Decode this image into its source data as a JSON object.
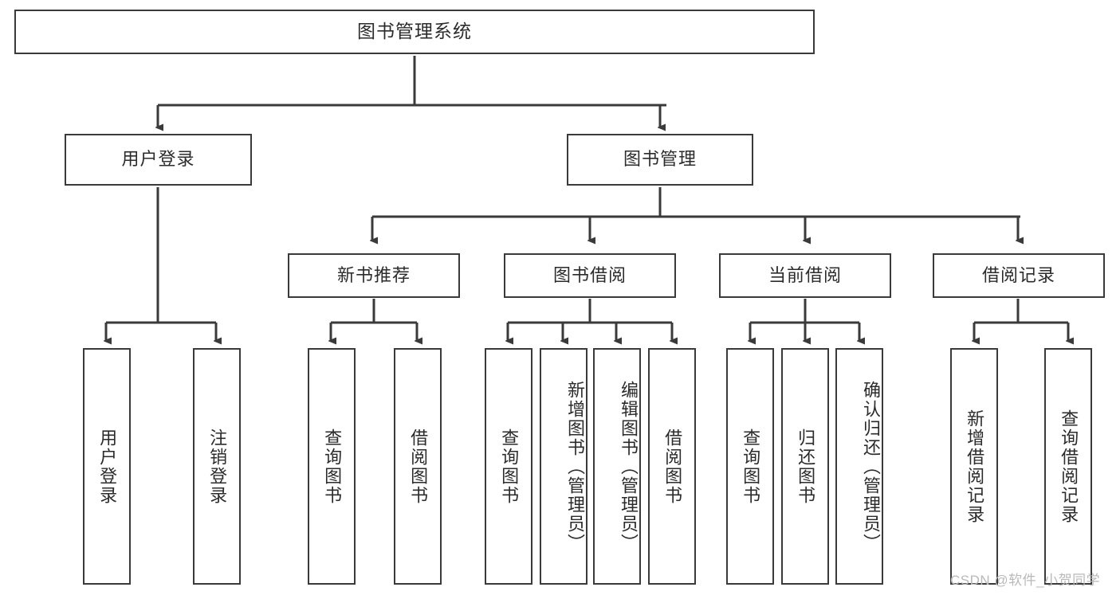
{
  "diagram": {
    "title": "图书管理系统",
    "type": "tree-hierarchy-chart",
    "colors": {
      "stroke": "#3a3a3a",
      "fill": "#ffffff",
      "text": "#2b2b2b",
      "watermark": "#b9b9b9"
    },
    "watermark": "CSDN @软件_小贺同学",
    "nodes": {
      "root": {
        "label": "图书管理系统"
      },
      "level2": [
        {
          "label": "用户登录"
        },
        {
          "label": "图书管理"
        }
      ],
      "level3": [
        {
          "label": "新书推荐"
        },
        {
          "label": "图书借阅"
        },
        {
          "label": "当前借阅"
        },
        {
          "label": "借阅记录"
        }
      ],
      "leaves": {
        "user_login": [
          {
            "label": "用户登录"
          },
          {
            "label": "注销登录"
          }
        ],
        "new_book_recommend": [
          {
            "label": "查询图书"
          },
          {
            "label": "借阅图书"
          }
        ],
        "book_borrow": [
          {
            "label": "查询图书"
          },
          {
            "label": "新增图书（管理员）"
          },
          {
            "label": "编辑图书（管理员）"
          },
          {
            "label": "借阅图书"
          }
        ],
        "current_borrow": [
          {
            "label": "查询图书"
          },
          {
            "label": "归还图书"
          },
          {
            "label": "确认归还（管理员）"
          }
        ],
        "borrow_record": [
          {
            "label": "新增借阅记录"
          },
          {
            "label": "查询借阅记录"
          }
        ]
      }
    }
  }
}
